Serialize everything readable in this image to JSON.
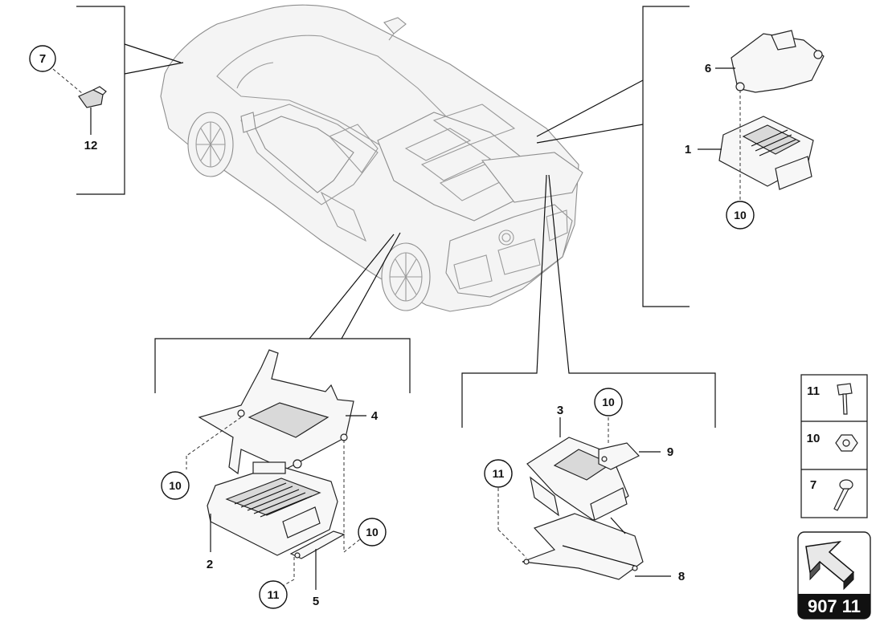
{
  "labels": {
    "part_1": "1",
    "part_2": "2",
    "part_3": "3",
    "part_4": "4",
    "part_5": "5",
    "part_6": "6",
    "part_8": "8",
    "part_9": "9",
    "part_12": "12",
    "callout_7": "7",
    "callout_10_top": "10",
    "callout_10_left": "10",
    "callout_10_left_lower": "10",
    "callout_11_left": "11",
    "callout_10_right": "10",
    "callout_11_right": "11"
  },
  "legend": [
    {
      "num": "11",
      "icon": "bolt-icon"
    },
    {
      "num": "10",
      "icon": "nut-icon"
    },
    {
      "num": "7",
      "icon": "screw-icon"
    }
  ],
  "reference": {
    "code": "907 11",
    "icon": "direction-arrow-icon"
  }
}
